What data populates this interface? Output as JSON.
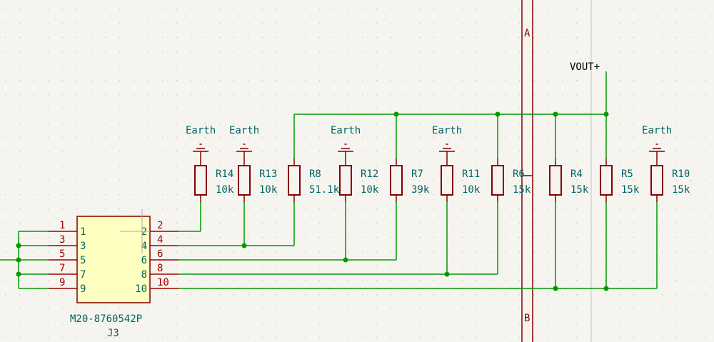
{
  "colors": {
    "wire": "#009900",
    "component": "#840000",
    "text": "#006464",
    "pin_number": "#a00000",
    "body_fill": "#ffffc2",
    "background": "#f5f4ef"
  },
  "connector": {
    "reference": "J3",
    "value": "M20-8760542P",
    "left_pins": [
      "1",
      "3",
      "5",
      "7",
      "9"
    ],
    "right_pins": [
      "2",
      "4",
      "6",
      "8",
      "10"
    ]
  },
  "power_symbol_label": "Earth",
  "net_label": "VOUT+",
  "border_labels": {
    "top": "A",
    "bottom": "B"
  },
  "resistors": [
    {
      "ref": "R14",
      "value": "10k",
      "ground": true
    },
    {
      "ref": "R13",
      "value": "10k",
      "ground": true
    },
    {
      "ref": "R8",
      "value": "51.1k",
      "ground": false
    },
    {
      "ref": "R12",
      "value": "10k",
      "ground": true
    },
    {
      "ref": "R7",
      "value": "39k",
      "ground": false
    },
    {
      "ref": "R11",
      "value": "10k",
      "ground": true
    },
    {
      "ref": "R6",
      "value": "15k",
      "ground": false
    },
    {
      "ref": "R4",
      "value": "15k",
      "ground": false
    },
    {
      "ref": "R5",
      "value": "15k",
      "ground": false
    },
    {
      "ref": "R10",
      "value": "15k",
      "ground": true
    }
  ]
}
